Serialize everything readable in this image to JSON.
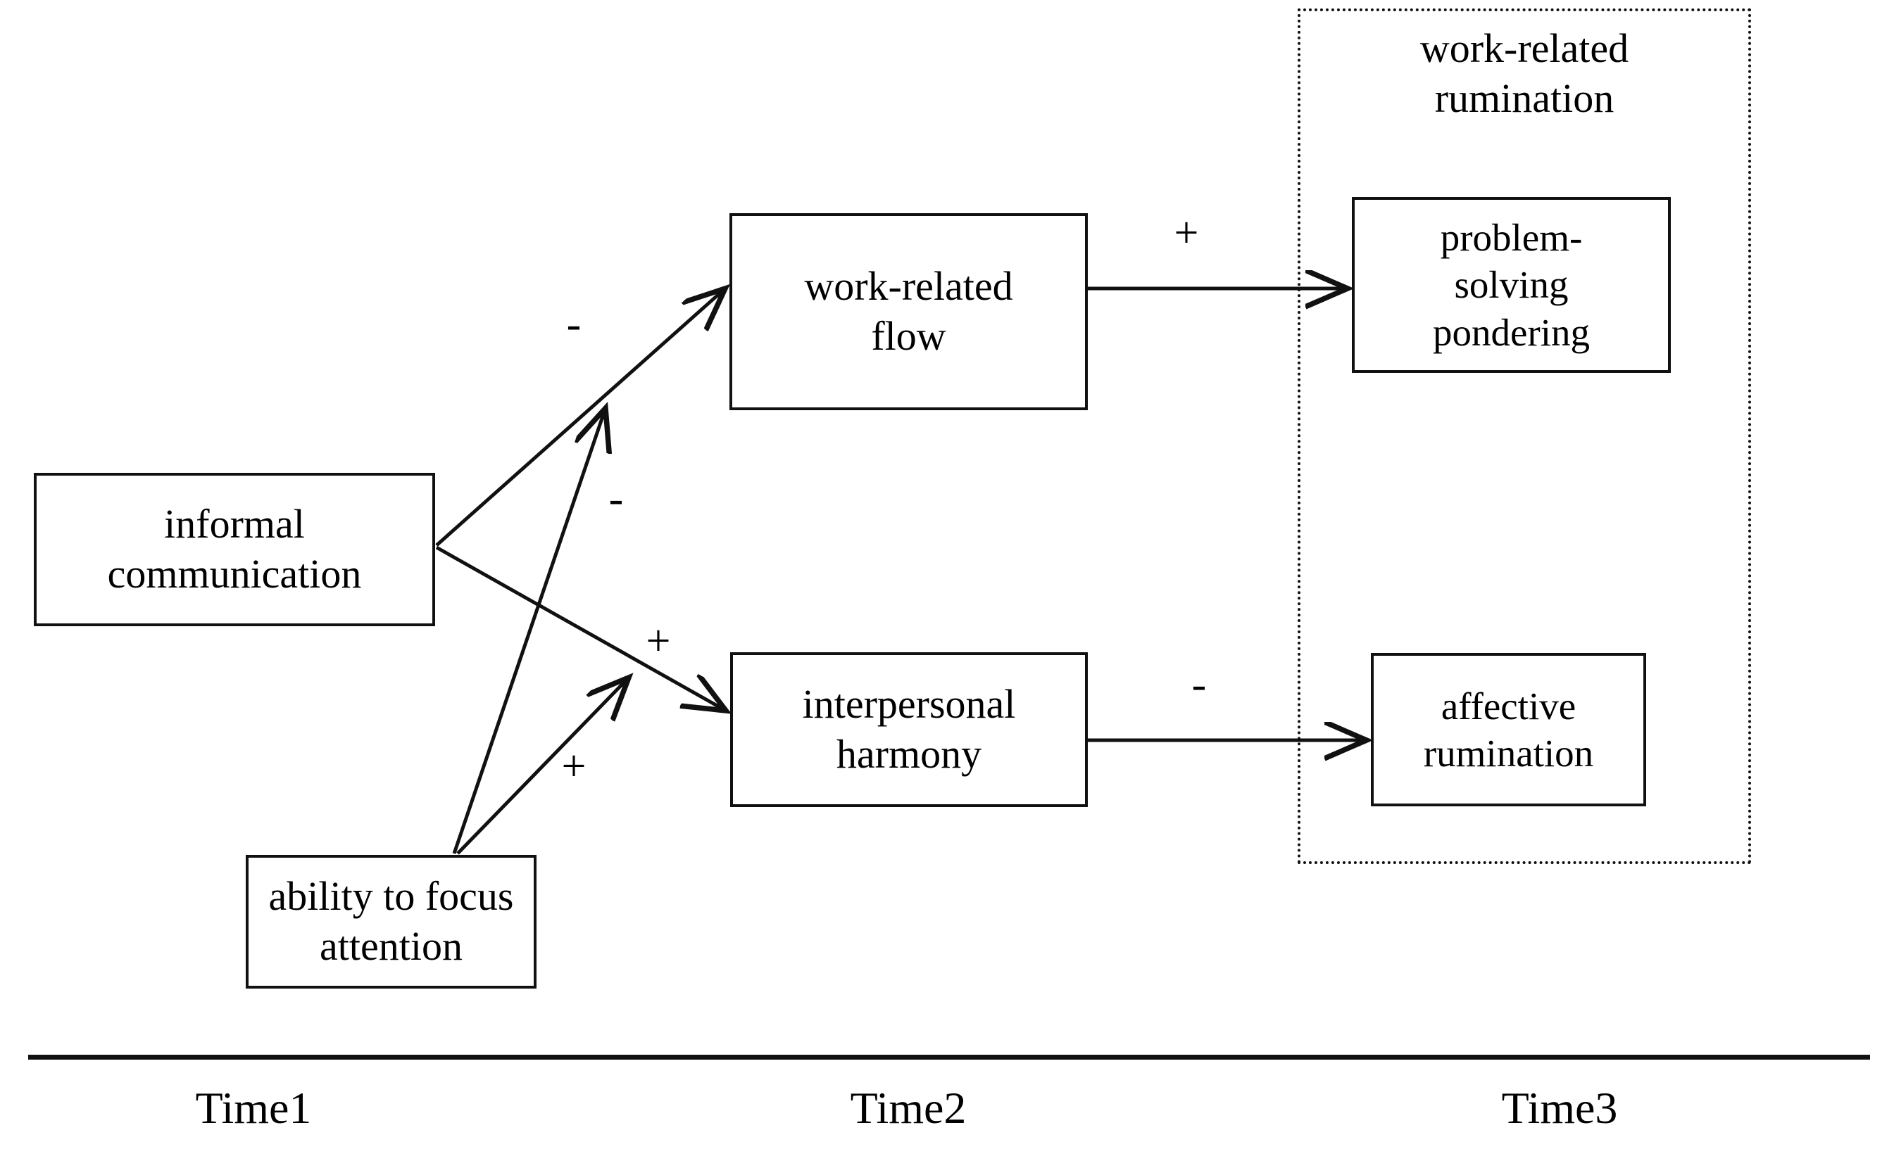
{
  "diagram": {
    "type": "path-model",
    "nodes": [
      {
        "id": "informal_communication",
        "label": "informal\ncommunication",
        "time": "Time1"
      },
      {
        "id": "ability_to_focus",
        "label": "ability to focus\nattention",
        "time": "Time1"
      },
      {
        "id": "work_related_flow",
        "label": "work-related\nflow",
        "time": "Time2"
      },
      {
        "id": "interpersonal_harmony",
        "label": "interpersonal\nharmony",
        "time": "Time2"
      },
      {
        "id": "problem_solving_pondering",
        "label": "problem-\nsolving\npondering",
        "time": "Time3"
      },
      {
        "id": "affective_rumination",
        "label": "affective\nrumination",
        "time": "Time3"
      }
    ],
    "group": {
      "id": "work_related_rumination",
      "label": "work-related\nrumination",
      "style": "dotted"
    },
    "edges": [
      {
        "from": "informal_communication",
        "to": "work_related_flow",
        "sign": "-"
      },
      {
        "from": "ability_to_focus",
        "to": "work_related_flow",
        "sign": "-"
      },
      {
        "from": "informal_communication",
        "to": "interpersonal_harmony",
        "sign": "+"
      },
      {
        "from": "ability_to_focus",
        "to": "interpersonal_harmony",
        "sign": "+"
      },
      {
        "from": "work_related_flow",
        "to": "problem_solving_pondering",
        "sign": "+"
      },
      {
        "from": "interpersonal_harmony",
        "to": "affective_rumination",
        "sign": "-"
      }
    ],
    "timeline": {
      "labels": [
        "Time1",
        "Time2",
        "Time3"
      ]
    }
  },
  "nodes": {
    "informal_communication_line1": "informal",
    "informal_communication_line2": "communication",
    "ability_to_focus_line1": "ability to focus",
    "ability_to_focus_line2": "attention",
    "work_related_flow_line1": "work-related",
    "work_related_flow_line2": "flow",
    "interpersonal_harmony_line1": "interpersonal",
    "interpersonal_harmony_line2": "harmony",
    "problem_solving_pondering_line1": "problem-",
    "problem_solving_pondering_line2": "solving",
    "problem_solving_pondering_line3": "pondering",
    "affective_rumination_line1": "affective",
    "affective_rumination_line2": "rumination"
  },
  "group": {
    "title_line1": "work-related",
    "title_line2": "rumination"
  },
  "signs": {
    "informal_to_flow": "-",
    "ability_to_flow": "-",
    "informal_to_harmony": "+",
    "ability_to_harmony": "+",
    "flow_to_pondering": "+",
    "harmony_to_affective": "-"
  },
  "timeline": {
    "time1": "Time1",
    "time2": "Time2",
    "time3": "Time3"
  },
  "colors": {
    "stroke": "#111111",
    "background": "#ffffff",
    "text": "#000000"
  }
}
